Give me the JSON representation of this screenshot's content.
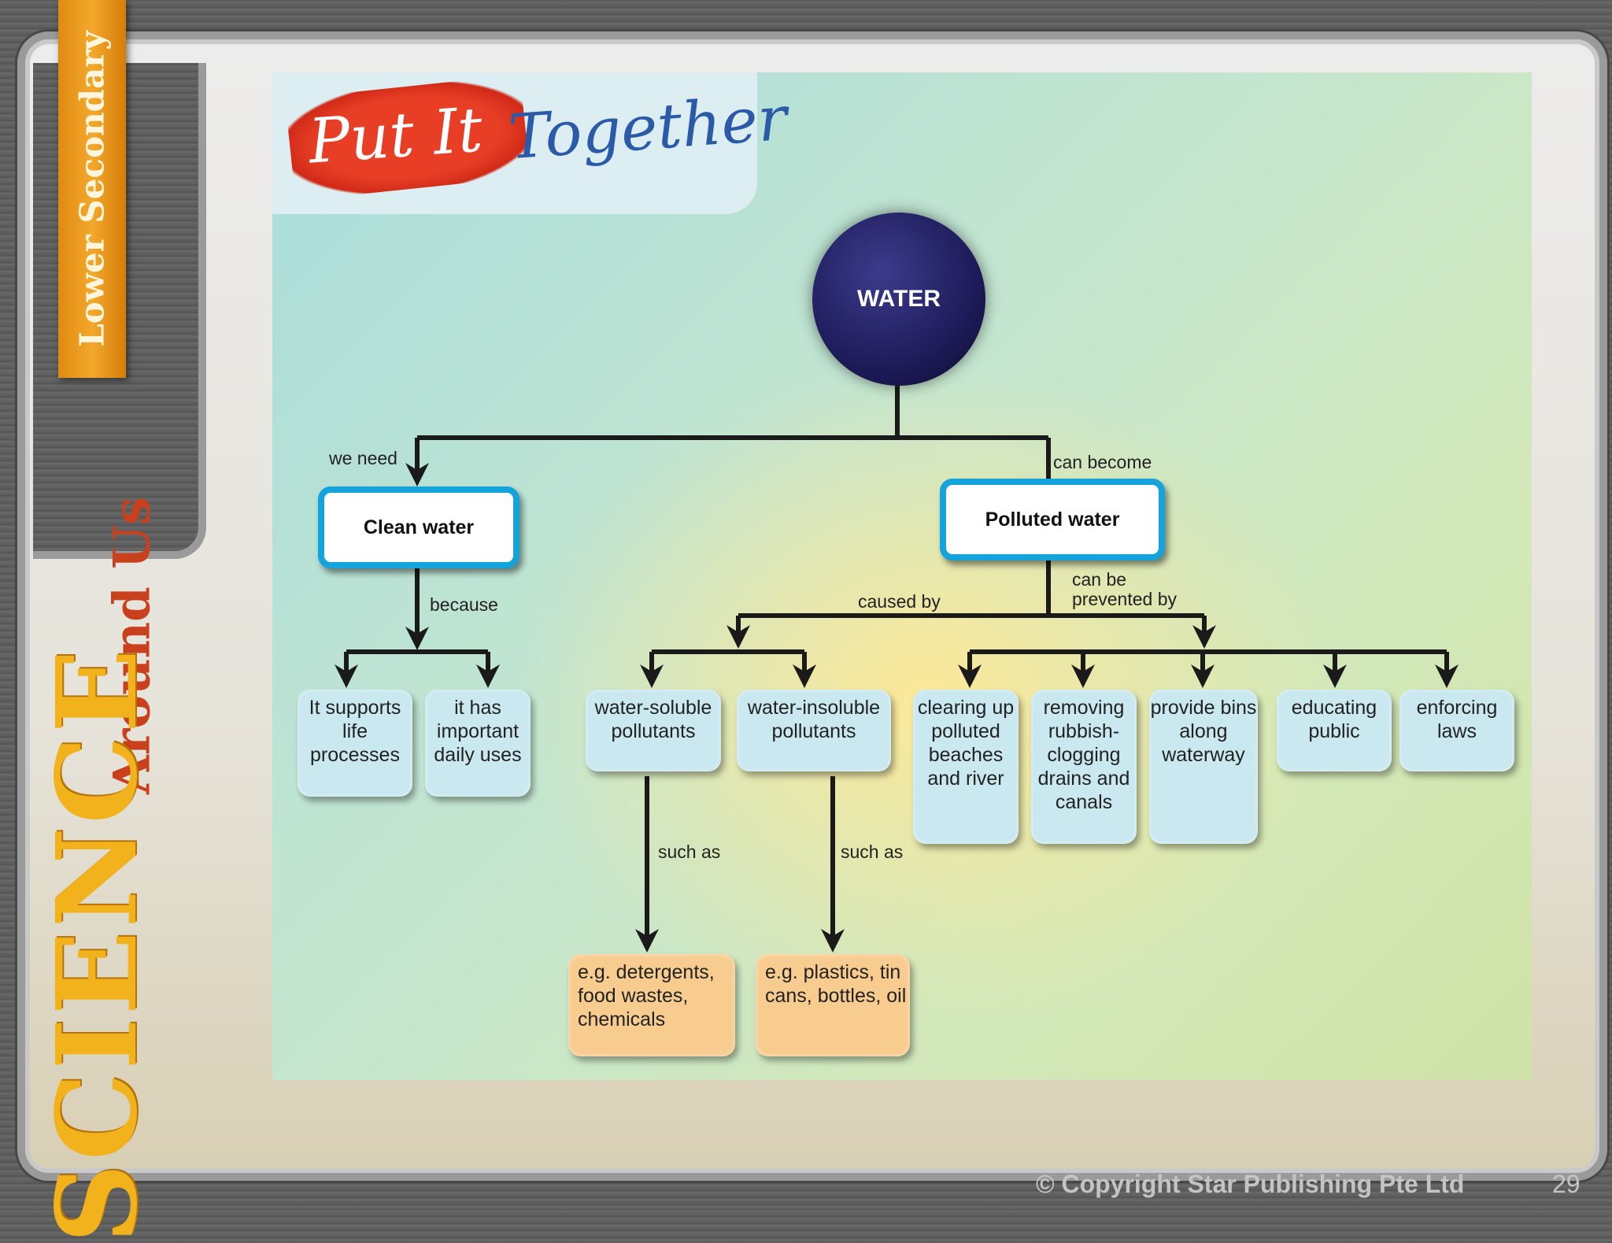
{
  "sidebar": {
    "series_tab": "Lower Secondary",
    "brand_word1": "SCIENCE",
    "brand_word2": "Around Us"
  },
  "title": {
    "part1": "Put It",
    "part2": "Together"
  },
  "concept_map": {
    "root": "WATER",
    "branch_left": {
      "link": "we need",
      "node": "Clean water",
      "reason_link": "because",
      "reasons": [
        "It supports life processes",
        "it has important daily uses"
      ]
    },
    "branch_right": {
      "link": "can become",
      "node": "Polluted water",
      "cause_link": "caused by",
      "prevent_link": "can be prevented by",
      "causes": [
        {
          "name": "water-soluble pollutants",
          "example_link": "such as",
          "examples": "e.g. detergents, food wastes, chemicals"
        },
        {
          "name": "water-insoluble pollutants",
          "example_link": "such as",
          "examples": "e.g. plastics, tin cans, bottles, oil"
        }
      ],
      "preventions": [
        "clearing up polluted beaches and river",
        "removing rubbish-clogging drains and canals",
        "provide bins along waterway",
        "educating public",
        "enforcing laws"
      ]
    }
  },
  "footer": {
    "copyright": "© Copyright Star Publishing Pte Ltd",
    "page": "29"
  },
  "colors": {
    "accent_blue": "#15a3dc",
    "root_navy": "#1e1c5a",
    "leaf_blue": "#c9e8ef",
    "leaf_orange": "#f8cc8f",
    "tab_orange": "#f3a82b"
  }
}
